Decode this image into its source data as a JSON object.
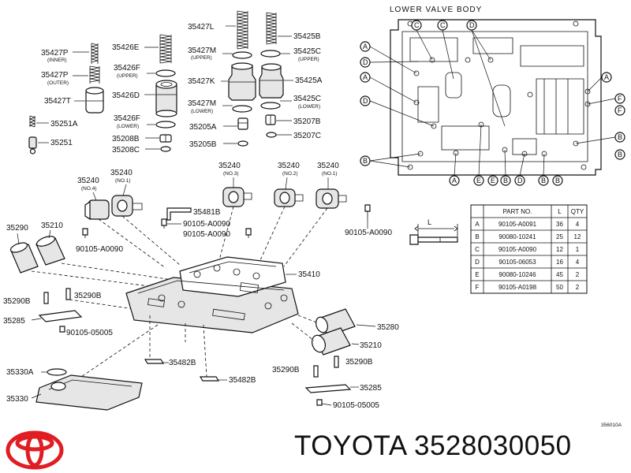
{
  "brand": {
    "name": "TOYOTA",
    "part_number": "3528030050"
  },
  "drawing_code": "356010A",
  "lower_valve_body_title": "LOWER  VALVE  BODY",
  "part_labels": {
    "p35427L": "35427L",
    "p35425B": "35425B",
    "p35427P_a": "35427P",
    "inner": "(INNER)",
    "p35426E": "35426E",
    "p35427M_a": "35427M",
    "upper1": "(UPPER)",
    "p35425C_a": "35425C",
    "upper2": "(UPPER)",
    "p35427P_b": "35427P",
    "outer": "(OUTER)",
    "p35426F_a": "35426F",
    "upper3": "(UPPER)",
    "p35427K": "35427K",
    "p35425A": "35425A",
    "p35427T": "35427T",
    "p35426D": "35426D",
    "p35427M_b": "35427M",
    "lower1": "(LOWER)",
    "p35425C_b": "35425C",
    "lower2": "(LOWER)",
    "p35426F_b": "35426F",
    "lower3": "(LOWER)",
    "p35251A": "35251A",
    "p35205A": "35205A",
    "p35207B": "35207B",
    "p35208B": "35208B",
    "p35207C": "35207C",
    "p35251": "35251",
    "p35208C": "35208C",
    "p35205B": "35205B",
    "s35240_4": "35240",
    "no4": "(NO.4)",
    "s35240_1a": "35240",
    "no1a": "(NO.1)",
    "s35240_3": "35240",
    "no3": "(NO.3)",
    "s35240_2": "35240",
    "no2": "(NO.2)",
    "s35240_1b": "35240",
    "no1b": "(NO.1)",
    "p35481B": "35481B",
    "b0090_a": "90105-A0090",
    "b0090_b": "90105-A0090",
    "b0090_c": "90105-A0090",
    "b0090_d": "90105-A0090",
    "p35290_a": "35290",
    "p35210_a": "35210",
    "p35410": "35410",
    "p35290B_a": "35290B",
    "p35290B_b": "35290B",
    "p35285_a": "35285",
    "b05005_a": "90105-05005",
    "p35280": "35280",
    "p35210_b": "35210",
    "p35482B_a": "35482B",
    "p35482B_b": "35482B",
    "p35330A": "35330A",
    "p35330": "35330",
    "p35290B_c": "35290B",
    "p35290B_d": "35290B",
    "p35285_b": "35285",
    "b05005_b": "90105-05005"
  },
  "callout_letters": {
    "a1": "A",
    "a2": "A",
    "a3": "A",
    "a4": "A",
    "b1": "B",
    "b2": "B",
    "b3": "B",
    "b4": "B",
    "b5": "B",
    "b6": "B",
    "c1": "C",
    "c2": "C",
    "d1": "D",
    "d2": "D",
    "d3": "D",
    "d4": "D",
    "e1": "E",
    "e2": "E",
    "f1": "F",
    "f2": "F"
  },
  "dimension_label": "L",
  "parts_table": {
    "headers": [
      "PART NO.",
      "L",
      "QTY"
    ],
    "rows": [
      {
        "key": "A",
        "part_no": "90105-A0091",
        "l": "36",
        "qty": "4"
      },
      {
        "key": "B",
        "part_no": "90080-10241",
        "l": "25",
        "qty": "12"
      },
      {
        "key": "C",
        "part_no": "90105-A0090",
        "l": "12",
        "qty": "1"
      },
      {
        "key": "D",
        "part_no": "90105-06053",
        "l": "16",
        "qty": "4"
      },
      {
        "key": "E",
        "part_no": "90080-10246",
        "l": "45",
        "qty": "2"
      },
      {
        "key": "F",
        "part_no": "90105-A0198",
        "l": "50",
        "qty": "2"
      }
    ]
  },
  "colors": {
    "logo_red": "#e11d24",
    "ink": "#111111",
    "background": "#ffffff"
  }
}
